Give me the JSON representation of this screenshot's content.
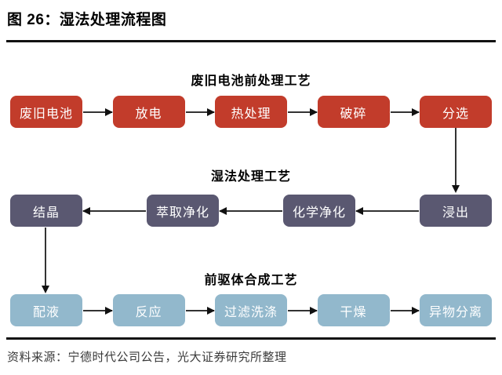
{
  "page": {
    "title": "图 26：湿法处理流程图",
    "source_note": "资料来源：宁德时代公司公告，光大证券研究所整理"
  },
  "colors": {
    "pretreatment_box": "#c23c2b",
    "hydromet_box": "#5a5871",
    "precursor_box": "#92b8cc",
    "box_text": "#ffffff",
    "connector_line": "#333333",
    "arrowhead": "#111111",
    "divider": "#111111"
  },
  "flowchart": {
    "sections": [
      {
        "label": "废旧电池前处理工艺",
        "flow_direction": "left-to-right",
        "color": "#c23c2b",
        "nodes": [
          "废旧电池",
          "放电",
          "热处理",
          "破碎",
          "分选"
        ]
      },
      {
        "label": "湿法处理工艺",
        "flow_direction": "right-to-left",
        "color": "#5a5871",
        "nodes": [
          "结晶",
          "萃取净化",
          "化学净化",
          "浸出"
        ],
        "flow_order": [
          "浸出",
          "化学净化",
          "萃取净化",
          "结晶"
        ]
      },
      {
        "label": "前驱体合成工艺",
        "flow_direction": "left-to-right",
        "color": "#92b8cc",
        "nodes": [
          "配液",
          "反应",
          "过滤洗涤",
          "干燥",
          "异物分离"
        ]
      }
    ],
    "cross_links": [
      {
        "from": "分选",
        "to": "浸出"
      },
      {
        "from": "结晶",
        "to": "配液"
      }
    ]
  }
}
